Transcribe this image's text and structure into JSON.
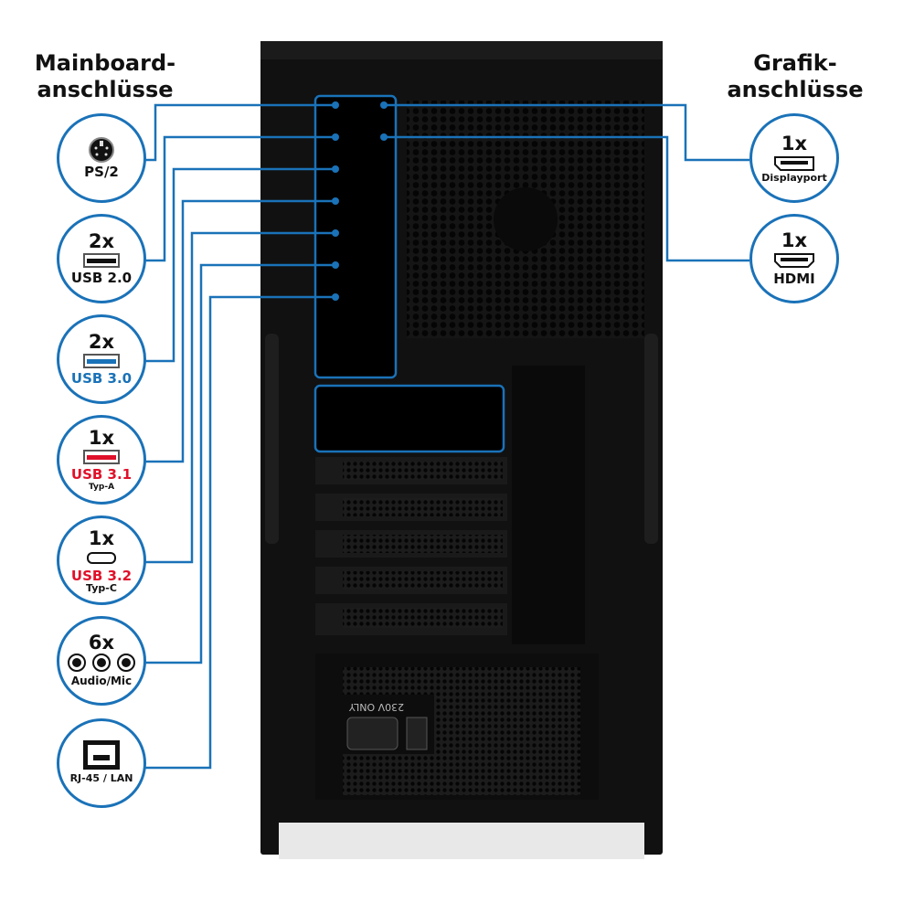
{
  "headings": {
    "left": [
      "Mainboard-",
      "anschlüsse"
    ],
    "right": [
      "Grafik-",
      "anschlüsse"
    ]
  },
  "left_ports": [
    {
      "label": "PS/2",
      "icon": "ps2-icon"
    },
    {
      "count": "2x",
      "label": "USB 2.0",
      "icon": "usb-a-icon",
      "color": "#111111"
    },
    {
      "count": "2x",
      "label": "USB 3.0",
      "icon": "usb-a-icon",
      "color": "#1a72b8"
    },
    {
      "count": "1x",
      "label": "USB 3.1",
      "sub": "Typ-A",
      "icon": "usb-a-icon",
      "color": "#e0102a"
    },
    {
      "count": "1x",
      "label": "USB 3.2",
      "sub": "Typ-C",
      "icon": "usb-c-icon",
      "color": "#e0102a"
    },
    {
      "count": "6x",
      "label": "Audio/Mic",
      "icon": "audio-jack-icon"
    },
    {
      "label": "RJ-45 / LAN",
      "icon": "rj45-icon"
    }
  ],
  "right_ports": [
    {
      "count": "1x",
      "label": "Displayport",
      "icon": "displayport-icon"
    },
    {
      "count": "1x",
      "label": "HDMI",
      "icon": "hdmi-icon"
    }
  ],
  "psu": {
    "label": "230V ONLY"
  },
  "accent": "#1a72b8"
}
